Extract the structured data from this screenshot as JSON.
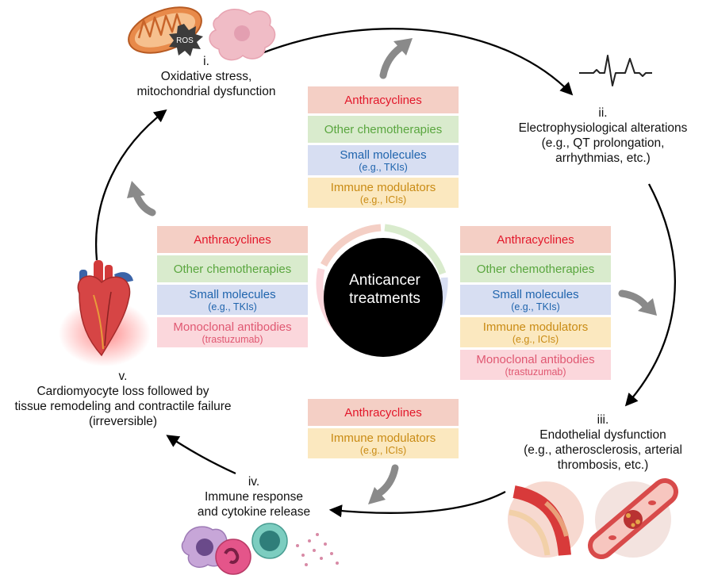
{
  "center": {
    "line1": "Anticancer",
    "line2": "treatments"
  },
  "colors": {
    "anthracyclines": "#e2172a",
    "anthracyclines_bg": "#f4cfc5",
    "other_chemo": "#5aa63f",
    "other_chemo_bg": "#d9ebcd",
    "small_molecules": "#1f64ad",
    "small_molecules_bg": "#d7def2",
    "immune_modulators": "#c98b14",
    "immune_modulators_bg": "#fbe8bf",
    "monoclonal": "#e05872",
    "monoclonal_bg": "#fbd7dc",
    "center_disc": "#000000",
    "cycle_arrow": "#000000",
    "mini_arrow": "#8a8a8a"
  },
  "stages": {
    "i": {
      "numeral": "i.",
      "lines": [
        "Oxidative stress,",
        "mitochondrial dysfunction"
      ]
    },
    "ii": {
      "numeral": "ii.",
      "lines": [
        "Electrophysiological alterations",
        "(e.g., QT prolongation,",
        "arrhythmias, etc.)"
      ]
    },
    "iii": {
      "numeral": "iii.",
      "lines": [
        "Endothelial dysfunction",
        "(e.g., atherosclerosis, arterial",
        "thrombosis, etc.)"
      ]
    },
    "iv": {
      "numeral": "iv.",
      "lines": [
        "Immune response",
        "and cytokine release"
      ]
    },
    "v": {
      "numeral": "v.",
      "lines": [
        "Cardiomyocyte loss followed by",
        "tissue remodeling and contractile failure",
        "(irreversible)"
      ]
    }
  },
  "drugs": {
    "anthracyclines": "Anthracyclines",
    "other_chemo": "Other chemotherapies",
    "small_molecules": "Small molecules",
    "small_molecules_note": "(e.g., TKIs)",
    "immune_modulators": "Immune modulators",
    "immune_modulators_note": "(e.g., ICIs)",
    "monoclonal": "Monoclonal antibodies",
    "monoclonal_note": "(trastuzumab)"
  },
  "icons": {
    "mitochondrion": "mitochondrion-icon",
    "ros_label": "ROS",
    "cell": "stressed-cell-icon",
    "ecg": "ecg-trace-icon",
    "heart": "heart-icon",
    "vessel_plaque": "atherosclerotic-vessel-icon",
    "vessel_thrombus": "thrombosed-vessel-icon",
    "immune_cells": "immune-cells-icon"
  }
}
